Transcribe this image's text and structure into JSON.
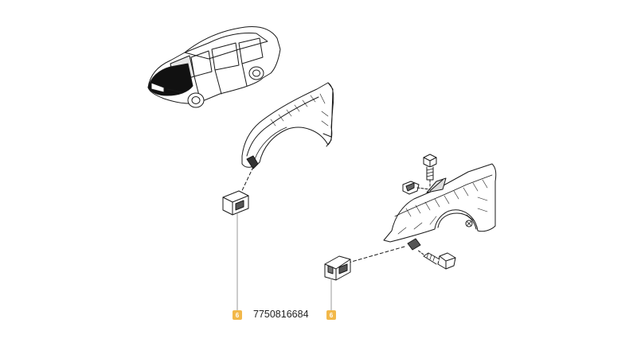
{
  "diagram": {
    "callouts": [
      {
        "label": "6"
      },
      {
        "label": "6"
      }
    ],
    "part_number": "7750816684",
    "colors": {
      "line": "#1a1a1a",
      "leader": "#9a9a9a",
      "callout": "#f2b84a"
    }
  }
}
